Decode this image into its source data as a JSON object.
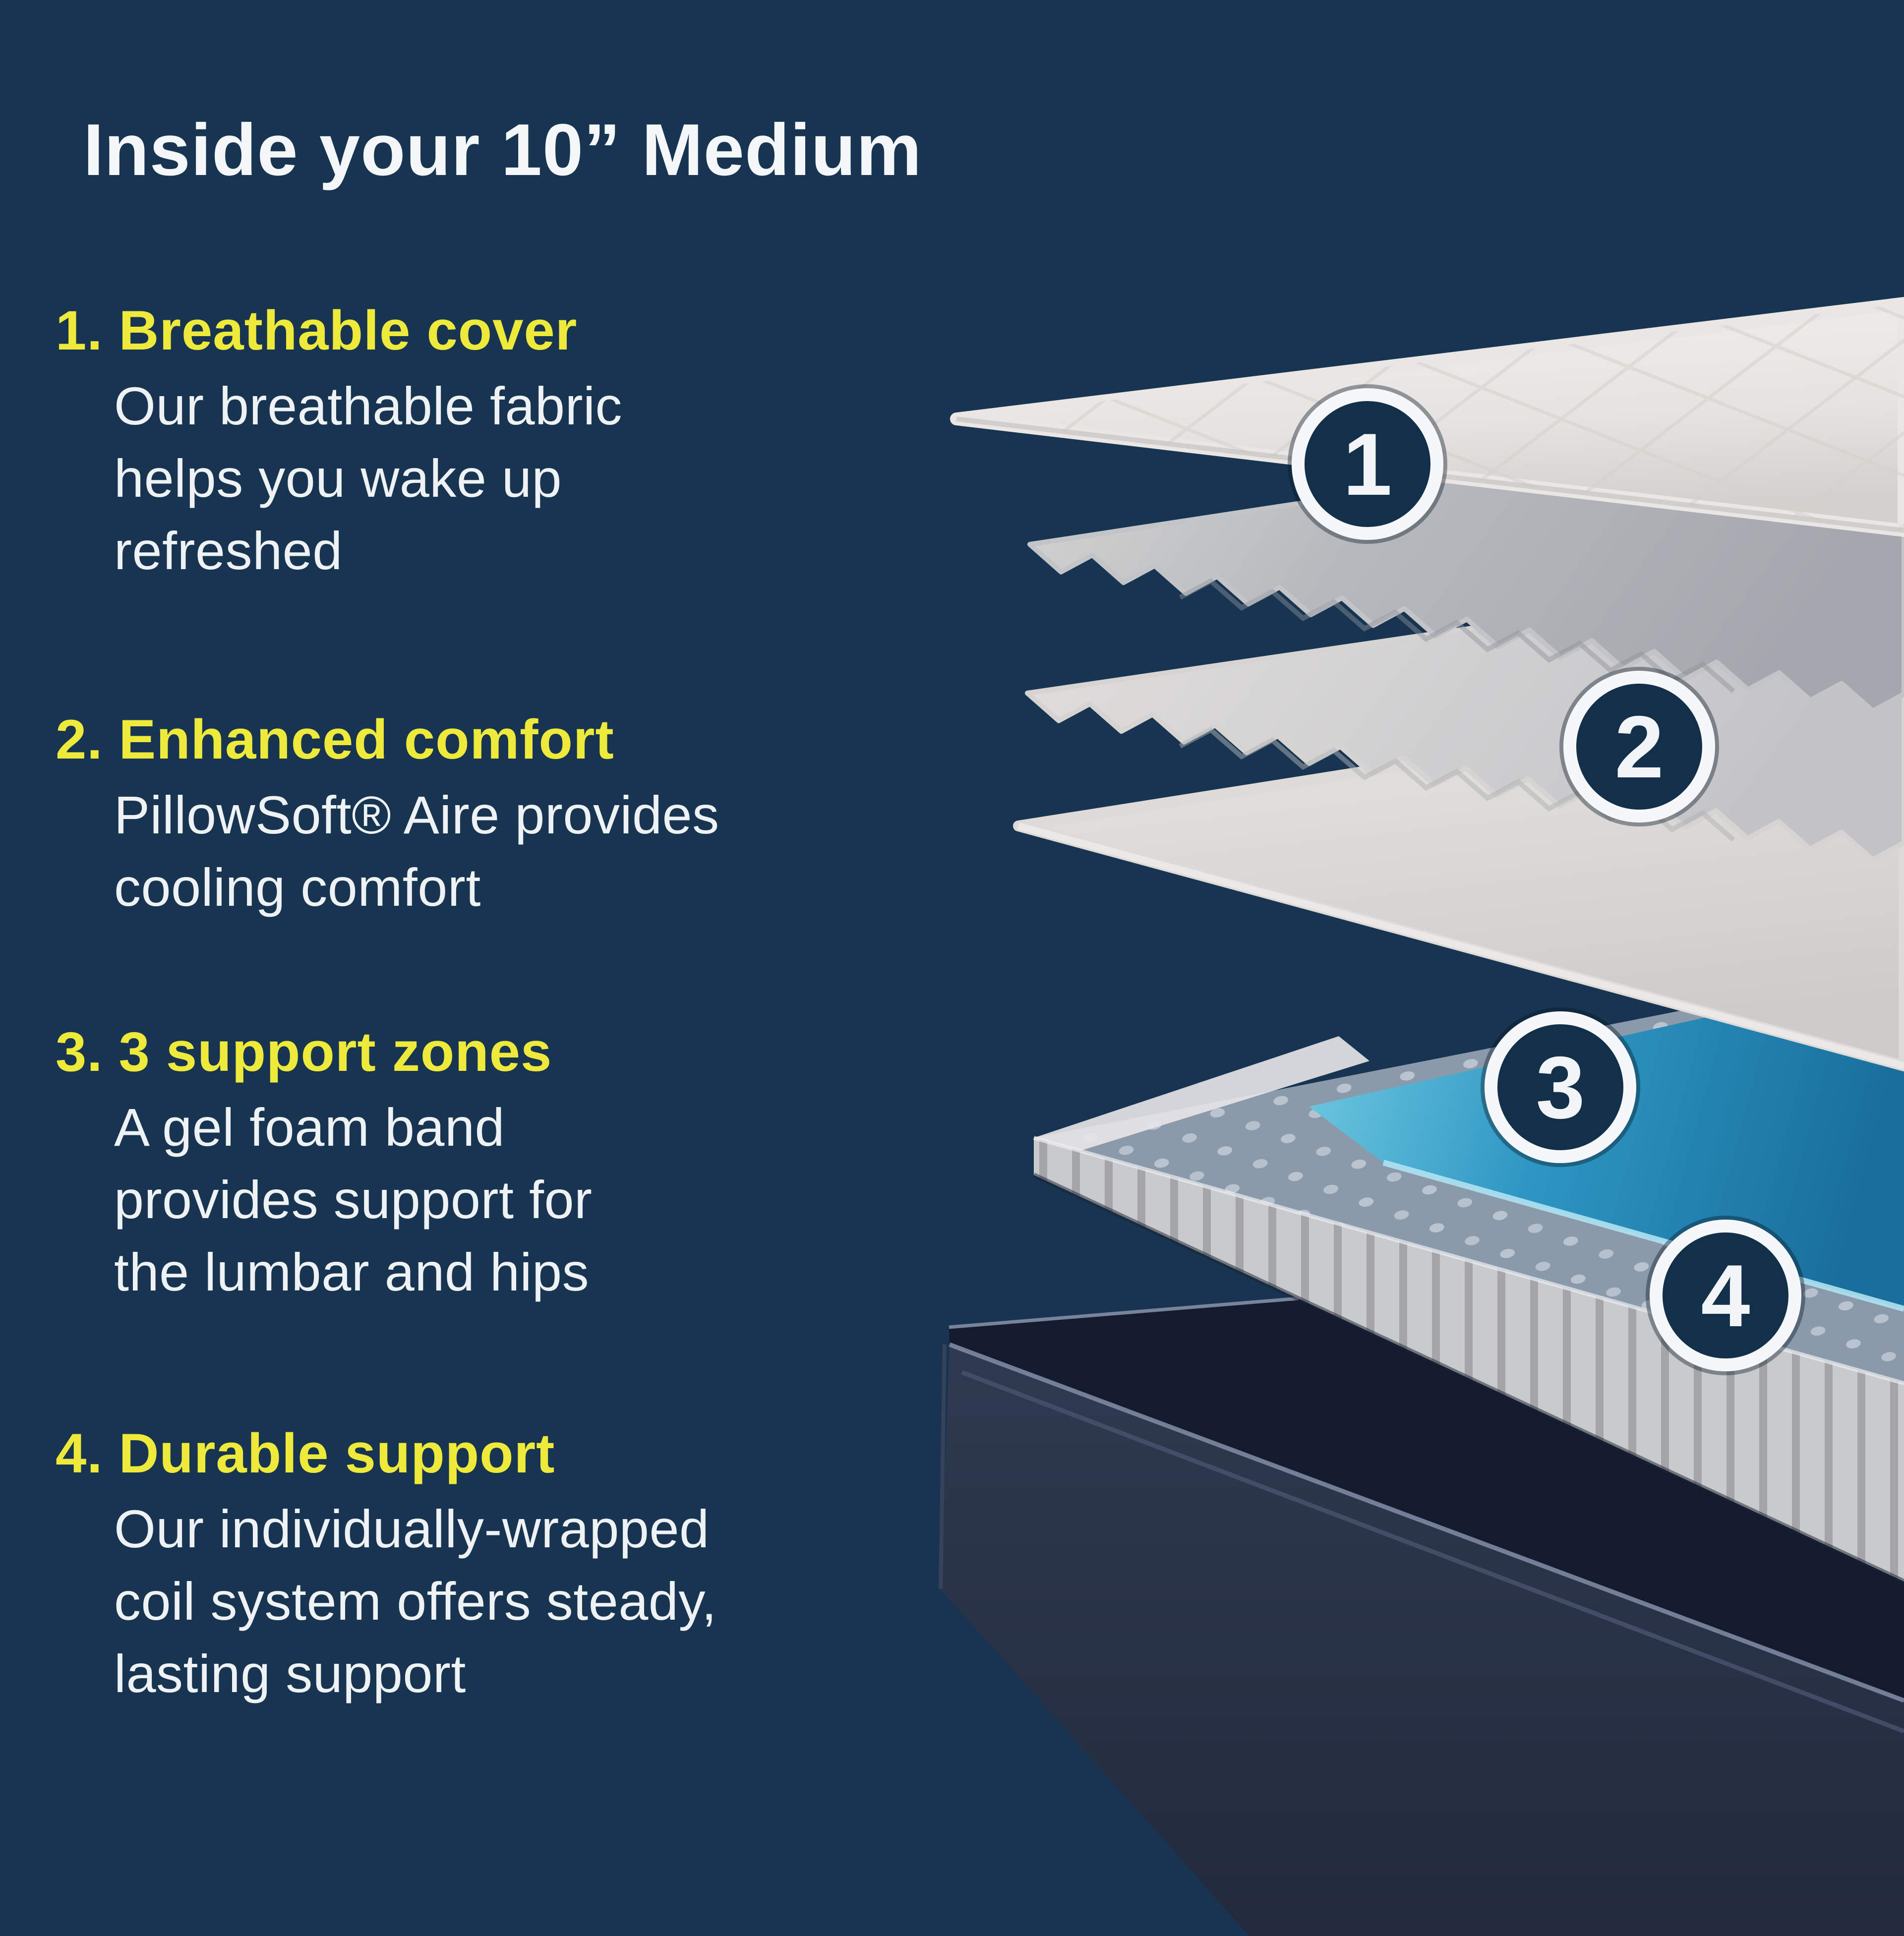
{
  "title": "Inside your 10” Medium",
  "items": [
    {
      "heading": "1. Breathable cover",
      "body_lines": [
        "Our breathable fabric",
        "helps you wake up",
        "refreshed"
      ]
    },
    {
      "heading": "2. Enhanced comfort",
      "body_lines": [
        "PillowSoft® Aire provides",
        "cooling comfort"
      ]
    },
    {
      "heading": "3. 3 support zones",
      "body_lines": [
        "A gel foam band",
        "provides support for",
        "the lumbar and hips"
      ]
    },
    {
      "heading": "4. Durable support",
      "body_lines": [
        "Our individually-wrapped",
        "coil system offers steady,",
        "lasting support"
      ]
    }
  ],
  "callouts": [
    {
      "number": "1"
    },
    {
      "number": "2"
    },
    {
      "number": "3"
    },
    {
      "number": "4"
    }
  ],
  "colors": {
    "background": "#173450",
    "accent_yellow": "#edea3c",
    "text_white": "#eef2f4",
    "callout_fill": "#13304a",
    "gel_blue": "#2e96c3",
    "foundation_navy": "#2b3448"
  }
}
